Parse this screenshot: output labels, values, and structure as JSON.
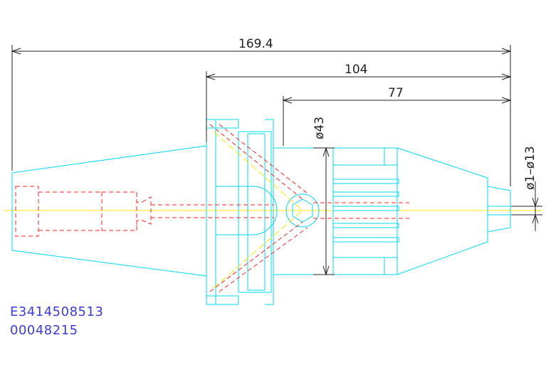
{
  "colors": {
    "outline": "#00d8f0",
    "hidden": "#ff2020",
    "centerline": "#ffe600",
    "dimension": "#222222",
    "code_text": "#3b3bd8"
  },
  "dimensions": {
    "overall_length": "169.4",
    "body_length": "104",
    "chuck_length": "77",
    "chuck_diameter": "ø43",
    "clamp_range": "ø1–ø13"
  },
  "codes": {
    "part_number": "E3414508513",
    "serial": "00048215"
  }
}
